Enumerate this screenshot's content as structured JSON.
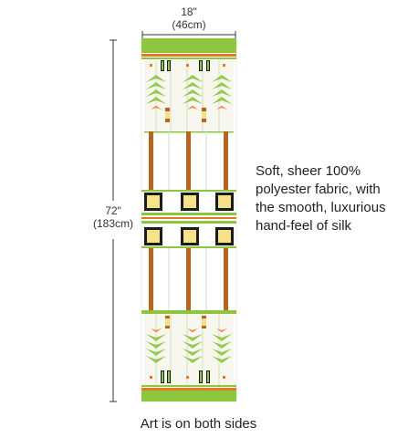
{
  "dimensions": {
    "width_inches": "18\"",
    "width_cm": "(46cm)",
    "height_inches": "72\"",
    "height_cm": "(183cm)"
  },
  "description": "Soft, sheer 100% polyester fabric, with the smooth, luxurious hand-feel of silk",
  "caption": "Art is on both sides",
  "colors": {
    "green": "#8cc63f",
    "orange": "#e87722",
    "brown": "#b5651d",
    "yellow": "#f7e08a",
    "black": "#1a1a1a"
  }
}
